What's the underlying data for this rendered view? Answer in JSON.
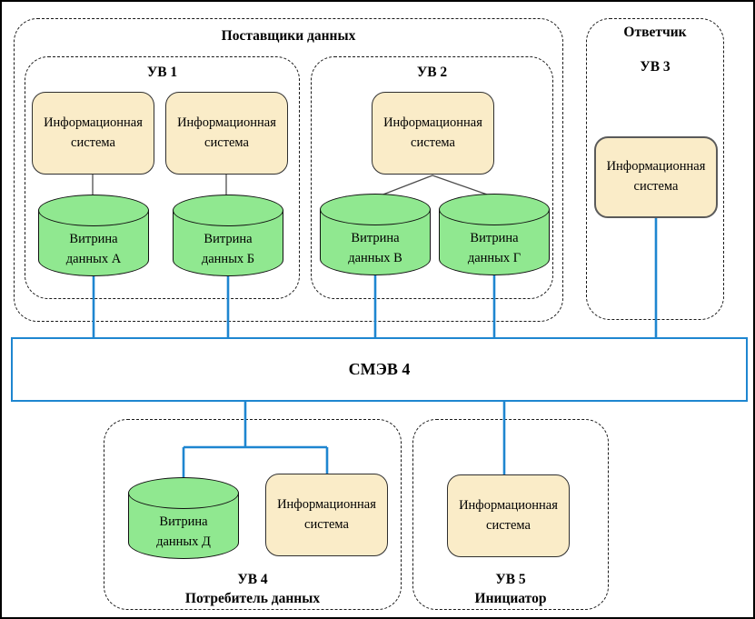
{
  "diagram": {
    "kind": "СМЭВ 4 data-mart interaction scheme",
    "colors": {
      "info_system_fill": "#FAECC8",
      "info_system_border": "#2F2F2F",
      "datamart_fill": "#90E890",
      "datamart_border": "#111111",
      "bus_blue": "#1E86D0",
      "dashed_border": "#1A1A1A",
      "page_border": "#000000",
      "background": "#FFFFFF"
    }
  },
  "groups": {
    "providers": {
      "title": "Поставщики данных"
    },
    "uv1": {
      "label": "УВ 1"
    },
    "uv2": {
      "label": "УВ 2"
    },
    "responder": {
      "title": "Ответчик",
      "uv_label": "УВ 3"
    },
    "uv4": {
      "label": "УВ 4",
      "role": "Потребитель данных"
    },
    "uv5": {
      "label": "УВ 5",
      "role": "Инициатор"
    }
  },
  "nodes": {
    "info_system": "Информационная система",
    "smev_bus": "СМЭВ 4",
    "datamart_a": "Витрина данных А",
    "datamart_b": "Витрина данных Б",
    "datamart_v": "Витрина данных В",
    "datamart_g": "Витрина данных Г",
    "datamart_d": "Витрина данных Д"
  }
}
